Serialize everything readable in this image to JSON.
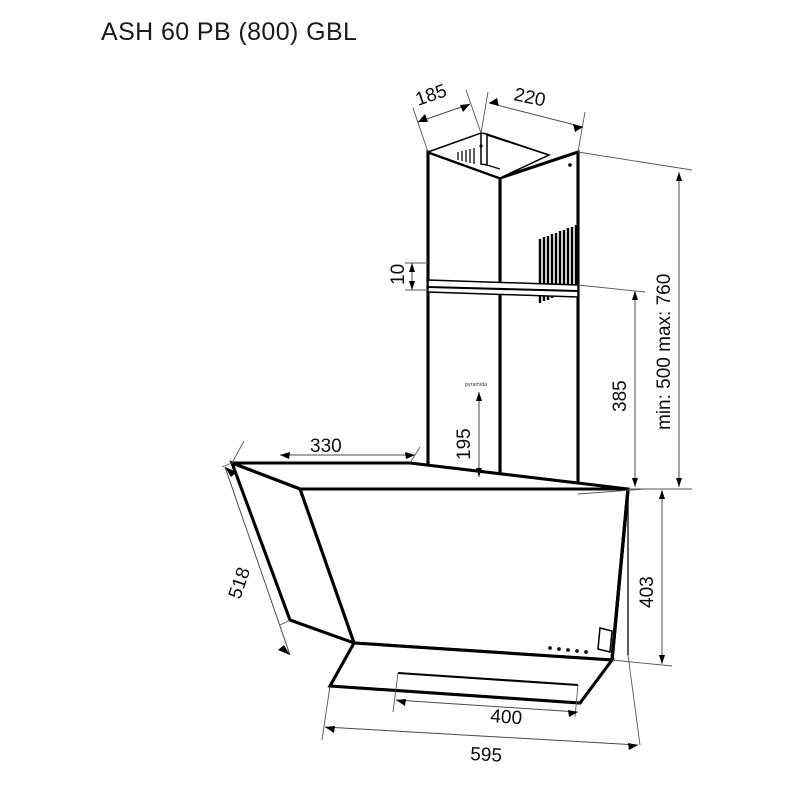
{
  "page": {
    "title": "ASH 60 PB (800) GBL",
    "product_type": "angled-glass-wall-mounted-cooker-hood",
    "drawing_style": "technical-line-drawing",
    "background_color": "#ffffff",
    "line_color": "#000000",
    "dimension_color": "#4a4a4a"
  },
  "brand_logo": {
    "label": "pyramida"
  },
  "dimensions": {
    "chimney_top_angled_depth": "185",
    "chimney_top_width": "220",
    "chimney_collar_height": "10",
    "chimney_lower_logo_height": "195",
    "telescopic_range": "min: 500 max: 760",
    "lower_chimney_height": "385",
    "hood_body_height_right": "403",
    "hood_depth_top": "330",
    "hood_slant_face_height": "518",
    "hood_bottom_inner_width": "400",
    "hood_total_width": "595"
  },
  "dimension_list": [
    {
      "id": "dim-185",
      "value": "185",
      "description": "chimney top angled depth"
    },
    {
      "id": "dim-220",
      "value": "220",
      "description": "chimney top width"
    },
    {
      "id": "dim-10",
      "value": "10",
      "description": "chimney collar height"
    },
    {
      "id": "dim-195",
      "value": "195",
      "description": "lower chimney logo height"
    },
    {
      "id": "dim-760",
      "value": "min: 500 max: 760",
      "description": "telescopic chimney range"
    },
    {
      "id": "dim-385",
      "value": "385",
      "description": "lower chimney height"
    },
    {
      "id": "dim-403",
      "value": "403",
      "description": "hood body height"
    },
    {
      "id": "dim-330",
      "value": "330",
      "description": "hood depth"
    },
    {
      "id": "dim-518",
      "value": "518",
      "description": "slanted glass face height"
    },
    {
      "id": "dim-400",
      "value": "400",
      "description": "hood bottom inner width"
    },
    {
      "id": "dim-595",
      "value": "595",
      "description": "hood total width"
    }
  ],
  "control_panel": {
    "button_count": 5,
    "description": "five touch control buttons on lower right of glass panel"
  },
  "vents": {
    "count": 17,
    "description": "ventilation slats on right face of upper chimney"
  }
}
